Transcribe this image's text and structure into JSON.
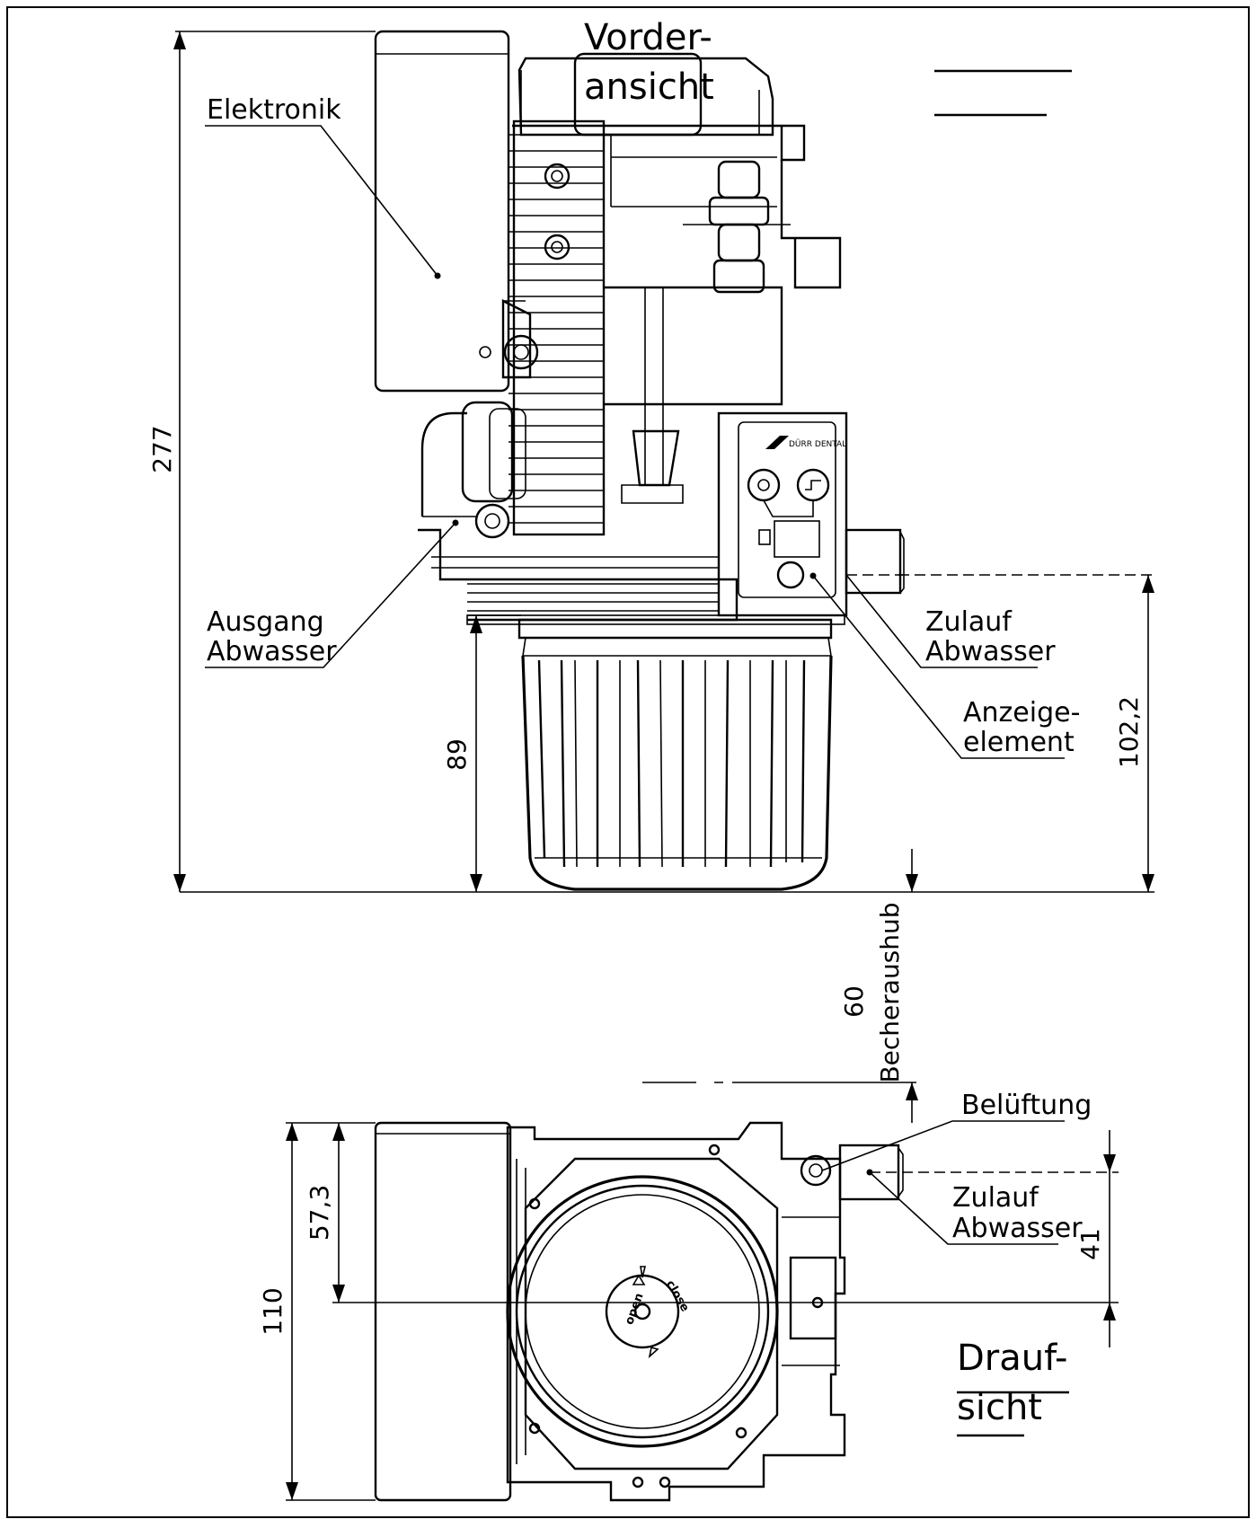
{
  "views": {
    "front": {
      "title_line1": "Vorder-",
      "title_line2": "ansicht"
    },
    "top": {
      "title_line1": "Drauf-",
      "title_line2": "sicht"
    }
  },
  "labels": {
    "elektronik": "Elektronik",
    "ausgang_line1": "Ausgang",
    "ausgang_line2": "Abwasser",
    "zulauf_front_line1": "Zulauf",
    "zulauf_front_line2": "Abwasser",
    "anzeige_line1": "Anzeige-",
    "anzeige_line2": "element",
    "belueftung": "Belüftung",
    "zulauf_top_line1": "Zulauf",
    "zulauf_top_line2": "Abwasser",
    "brand_logo": "DÜRR DENTAL",
    "dial_open": "open",
    "dial_close": "close"
  },
  "dimensions": {
    "total_height": "277",
    "cup_height": "89",
    "inlet_height": "102,2",
    "cup_lift_value": "60",
    "cup_lift_label": "Becheraushub",
    "top_width": "110",
    "top_half": "57,3",
    "top_offset": "41"
  }
}
